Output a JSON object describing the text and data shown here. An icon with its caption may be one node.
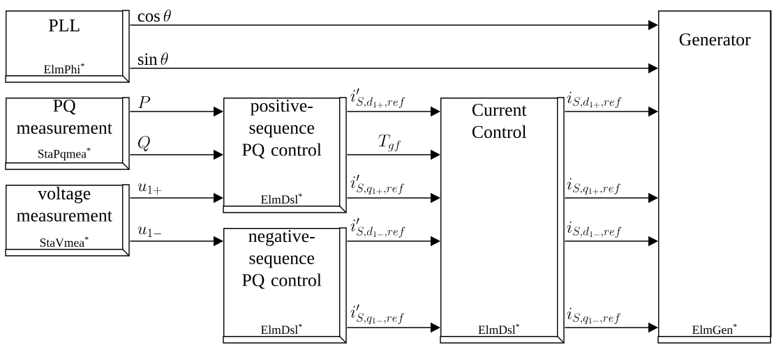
{
  "diagram": {
    "nodes": [
      {
        "text": [
          "PLL",
          "ElmPhi$^{*}$"
        ]
      },
      {
        "text": [
          "PQ measurement",
          "StaPqmea$^{*}$"
        ]
      },
      {
        "text": [
          "voltage measurement",
          "StaVmea$^{*}$"
        ]
      },
      {
        "text": [
          "positive-sequence PQ control",
          "ElmDsl$^{*}$"
        ]
      },
      {
        "text": [
          "negative-sequence PQ control",
          "ElmDsl$^{*}$"
        ]
      },
      {
        "text": [
          "Current Control",
          "ElmDsl$^{*}$"
        ]
      },
      {
        "text": [
          "Generator",
          "ElmGen$^{*}$"
        ]
      }
    ],
    "edges": [
      {
        "from": 0,
        "to": 6,
        "arrow": "to",
        "label": "\\cos\\theta"
      },
      {
        "from": 0,
        "to": 6,
        "arrow": "to",
        "label": "\\sin\\theta"
      },
      {
        "from": 1,
        "to": 3,
        "arrow": "to",
        "label": "P"
      },
      {
        "from": 1,
        "to": 3,
        "arrow": "to",
        "label": "Q"
      },
      {
        "from": 2,
        "to": 3,
        "arrow": "to",
        "label": "u_{1+}"
      },
      {
        "from": 2,
        "to": 4,
        "arrow": "to",
        "label": "u_{1-}"
      },
      {
        "from": 3,
        "to": 5,
        "arrow": "to",
        "label": "i'_{S,d_{1+},ref}"
      },
      {
        "from": 3,
        "to": 5,
        "arrow": "to",
        "label": "T_{gf}"
      },
      {
        "from": 3,
        "to": 5,
        "arrow": "to",
        "label": "i'_{S,q_{1+},ref}"
      },
      {
        "from": 4,
        "to": 5,
        "arrow": "to",
        "label": "i'_{S,d_{1-},ref}"
      },
      {
        "from": 4,
        "to": 5,
        "arrow": "to",
        "label": "i'_{S,q_{1-},ref}"
      },
      {
        "from": 5,
        "to": 6,
        "arrow": "to",
        "label": "i_{S,d_{1+},ref}"
      },
      {
        "from": 5,
        "to": 6,
        "arrow": "to",
        "label": "i_{S,q_{1+},ref}"
      },
      {
        "from": 5,
        "to": 6,
        "arrow": "to",
        "label": "i_{S,d_{1-},ref}"
      },
      {
        "from": 5,
        "to": 6,
        "arrow": "to",
        "label": "i_{S,q_{1-},ref}"
      }
    ]
  }
}
